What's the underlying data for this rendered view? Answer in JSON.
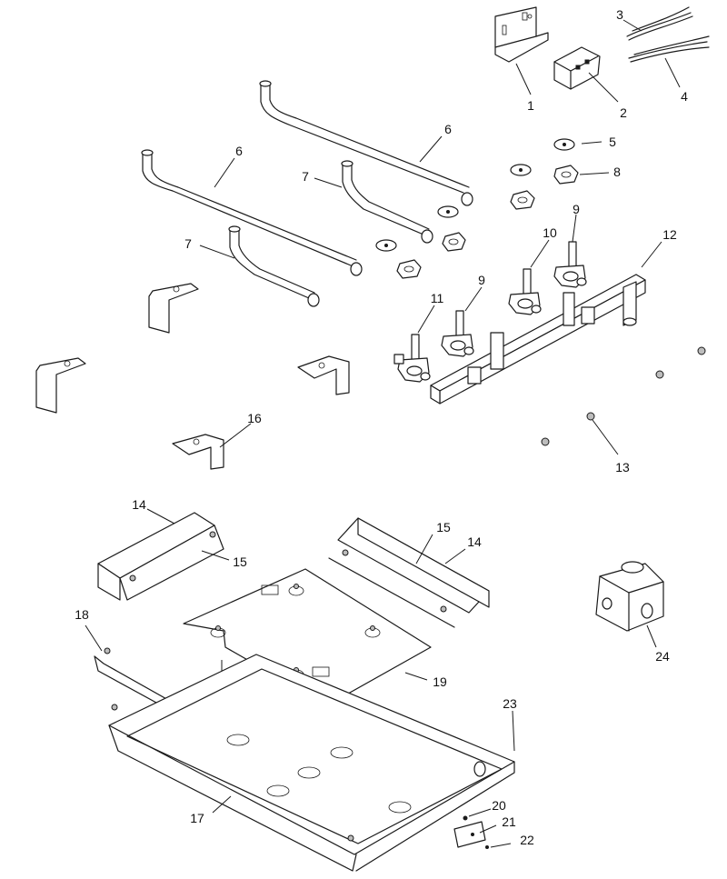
{
  "callouts": [
    {
      "id": "c1",
      "text": "1"
    },
    {
      "id": "c2",
      "text": "2"
    },
    {
      "id": "c3",
      "text": "3"
    },
    {
      "id": "c4",
      "text": "4"
    },
    {
      "id": "c5",
      "text": "5"
    },
    {
      "id": "c6a",
      "text": "6"
    },
    {
      "id": "c6b",
      "text": "6"
    },
    {
      "id": "c7a",
      "text": "7"
    },
    {
      "id": "c7b",
      "text": "7"
    },
    {
      "id": "c8",
      "text": "8"
    },
    {
      "id": "c9a",
      "text": "9"
    },
    {
      "id": "c9b",
      "text": "9"
    },
    {
      "id": "c10",
      "text": "10"
    },
    {
      "id": "c11",
      "text": "11"
    },
    {
      "id": "c12",
      "text": "12"
    },
    {
      "id": "c13",
      "text": "13"
    },
    {
      "id": "c14a",
      "text": "14"
    },
    {
      "id": "c14b",
      "text": "14"
    },
    {
      "id": "c15a",
      "text": "15"
    },
    {
      "id": "c15b",
      "text": "15"
    },
    {
      "id": "c16",
      "text": "16"
    },
    {
      "id": "c17",
      "text": "17"
    },
    {
      "id": "c18",
      "text": "18"
    },
    {
      "id": "c19",
      "text": "19"
    },
    {
      "id": "c20",
      "text": "20"
    },
    {
      "id": "c21",
      "text": "21"
    },
    {
      "id": "c22",
      "text": "22"
    },
    {
      "id": "c23",
      "text": "23"
    },
    {
      "id": "c24",
      "text": "24"
    }
  ],
  "colors": {
    "line": "#1a1a1a",
    "background": "#ffffff"
  }
}
